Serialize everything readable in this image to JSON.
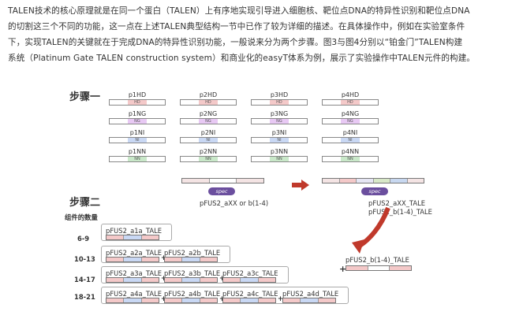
{
  "paragraph": [
    "TALEN技术的核心原理就是在同一个蛋白（TALEN）上有序地实现引导进入细胞核、靶位点DNA的特异性识别和靶位点DNA",
    "的切割这三个不同的功能，这一点在上述TALEN典型结构一节中已作了较为详细的描述。在具体操作中，例如在实验室条件",
    "下，实现TALEN的关键就在于完成DNA的特异性识别功能，一般说来分为两个步骤。图3与图4分别以“铂金门”TALEN构建",
    "系统（Platinum Gate TALEN construction system）和商业化的easyT体系为例，展示了实验操作中TALEN元件的构建。"
  ],
  "figure": {
    "step1": "步骤一",
    "step2": "步骤二",
    "count_header": "组件的数量",
    "module_rows": [
      [
        "p1HD",
        "p2HD",
        "p3HD",
        "p4HD"
      ],
      [
        "p1NG",
        "p2NG",
        "p3NG",
        "p4NG"
      ],
      [
        "p1NI",
        "p2NI",
        "p3NI",
        "p4NI"
      ],
      [
        "p1NN",
        "p2NN",
        "p3NN",
        "p4NN"
      ]
    ],
    "module_texts": [
      "HD",
      "NG",
      "NI",
      "NN"
    ],
    "spec": "spec",
    "vector_left_label": "pFUS2_aXX or b(1-4)",
    "vector_right_labels": [
      "pFUS2_aXX_TALE",
      "pFUS2_b(1-4)_TALE"
    ],
    "counts": [
      "6-9",
      "10-13",
      "14-17",
      "18-21"
    ],
    "step2_rows": [
      [
        "pFUS2_a1a_TALE"
      ],
      [
        "pFUS2_a2a_TALE",
        "pFUS2_a2b_TALE"
      ],
      [
        "pFUS2_a3a_TALE",
        "pFUS2_a3b_TALE",
        "pFUS2_a3c_TALE"
      ],
      [
        "pFUS2_a4a_TALE",
        "pFUS2_a4b_TALE",
        "pFUS2_a4c_TALE",
        "pFUS2_a4d_TALE"
      ]
    ],
    "right_plus_label": "pFUS2_b(1-4)_TALE",
    "colors": {
      "accent": "#c0392b",
      "spec": "#6b4f9e",
      "arrow": "#c0392b"
    }
  }
}
